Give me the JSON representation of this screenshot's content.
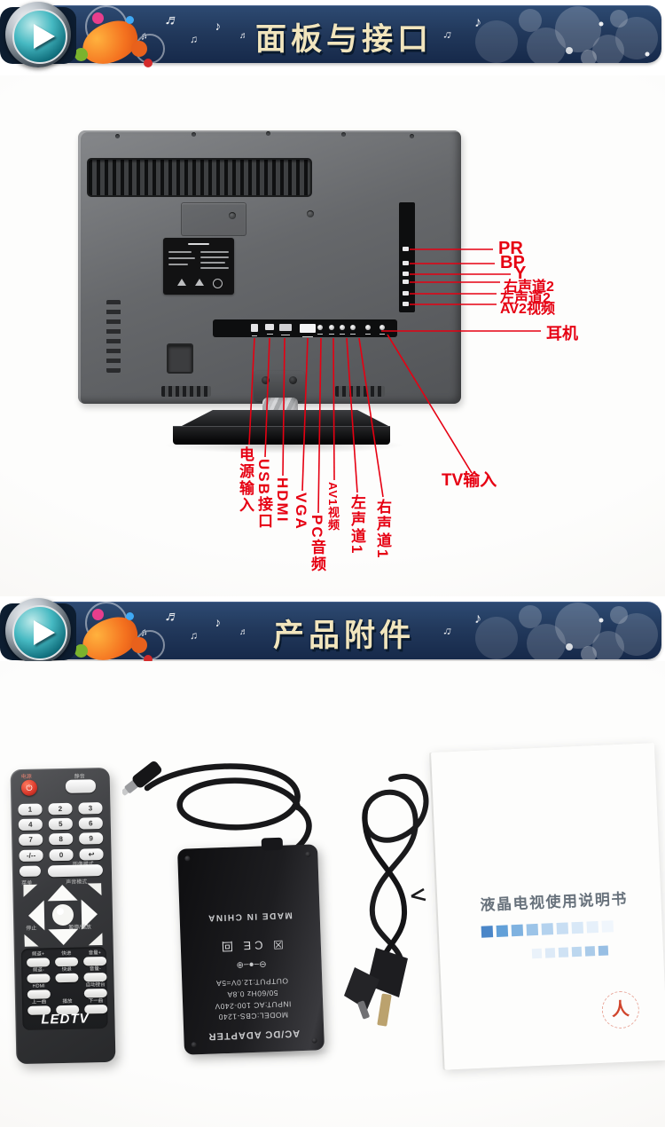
{
  "colors": {
    "annotation_red": "#e60012",
    "banner_navy": "#22395c",
    "banner_title_cream": "#f1e5bd",
    "manual_blue": "#4a86c8",
    "remote_power_red": "#d8372a"
  },
  "banner_panel": {
    "title": "面板与接口"
  },
  "banner_accessories": {
    "title": "产品附件"
  },
  "icons": {
    "play": "css-triangle",
    "note1": "♪",
    "note2": "♫",
    "note3": "♬"
  },
  "tv": {
    "right_labels": [
      "PR",
      "BP",
      "Y",
      "右声道2",
      "左声道2",
      "AV2视频"
    ],
    "headphone_label": "耳机",
    "tv_input_label": "TV输入",
    "bottom_labels": [
      "电源输入",
      "USB接口",
      "HDMI",
      "VGA",
      "PC音频",
      "AV1视频",
      "左声道1",
      "右声道1"
    ]
  },
  "remote": {
    "power_label": "电源",
    "mute_label": "静音",
    "keys": [
      "1",
      "2",
      "3",
      "4",
      "5",
      "6",
      "7",
      "8",
      "9",
      "-/--",
      "0",
      "↩"
    ],
    "image_mode_label": "图像模式",
    "menu_label": "菜单",
    "sound_mode_label": "声音模式",
    "stop_label": "停止",
    "play_pause_label": "暂停/播放",
    "grid_labels": [
      "频道+",
      "快进",
      "音量+",
      "频道-",
      "快退",
      "音量-",
      "HDMI",
      "",
      "自动搜台",
      "上一曲",
      "播放",
      "下一曲"
    ],
    "logo": "LEDTV"
  },
  "adapter": {
    "lines": [
      "AC/DC  ADAPTER",
      "MODEL:CBS-1240",
      "INPUT:AC 100-240V",
      "50/60Hz  0.8A",
      "OUTPUT:12.0V=5A",
      "⊖–●–⊕",
      "☒  CE  回",
      "MADE IN CHINA"
    ]
  },
  "manual": {
    "title": "液晶电视使用说明书",
    "logo_glyph": "人"
  }
}
